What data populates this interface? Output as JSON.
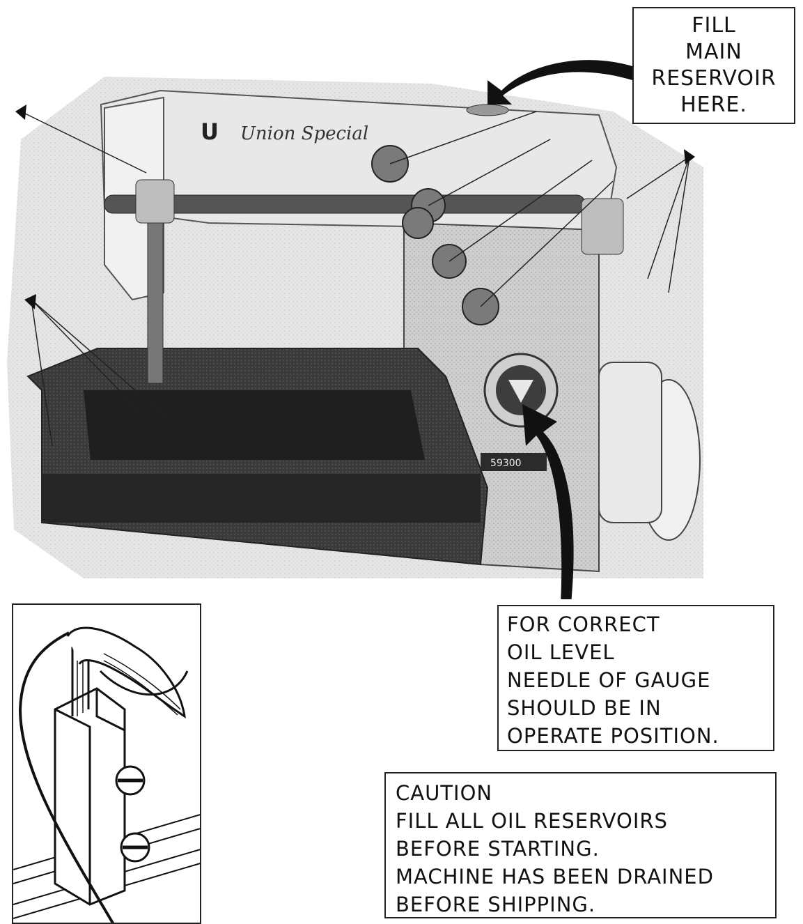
{
  "machine_photo": {
    "logo_letter": "U",
    "brand_script": "Union Special",
    "model_plate": "59300"
  },
  "callouts": {
    "fill_main_reservoir": [
      "FILL",
      "MAIN",
      "RESERVOIR",
      "HERE."
    ],
    "oil_level": [
      "FOR CORRECT",
      "OIL LEVEL",
      "NEEDLE OF GAUGE",
      "SHOULD BE IN",
      "OPERATE POSITION."
    ],
    "caution": [
      "CAUTION",
      "FILL ALL OIL RESERVOIRS",
      "BEFORE STARTING.",
      "MACHINE HAS BEEN DRAINED",
      "BEFORE SHIPPING."
    ]
  },
  "colors": {
    "ink": "#111111",
    "photo_light": "#d9d9d9",
    "photo_mid": "#9a9a9a",
    "photo_dark": "#2a2a2a"
  }
}
